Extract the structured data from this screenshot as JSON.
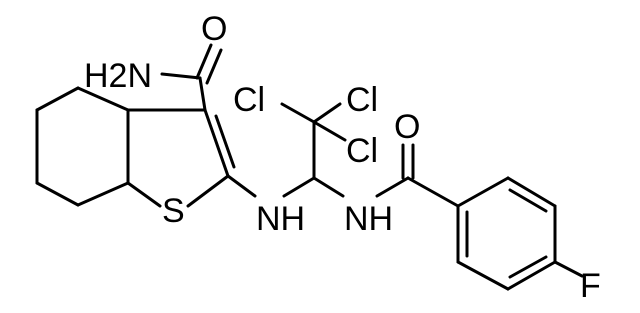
{
  "atoms": {
    "o_amide": "O",
    "nh2": "H2N",
    "cl1": "Cl",
    "cl2": "Cl",
    "cl3": "Cl",
    "o_benzoyl": "O",
    "s": "S",
    "nh1": "NH",
    "nh2b": "NH",
    "f": "F"
  }
}
